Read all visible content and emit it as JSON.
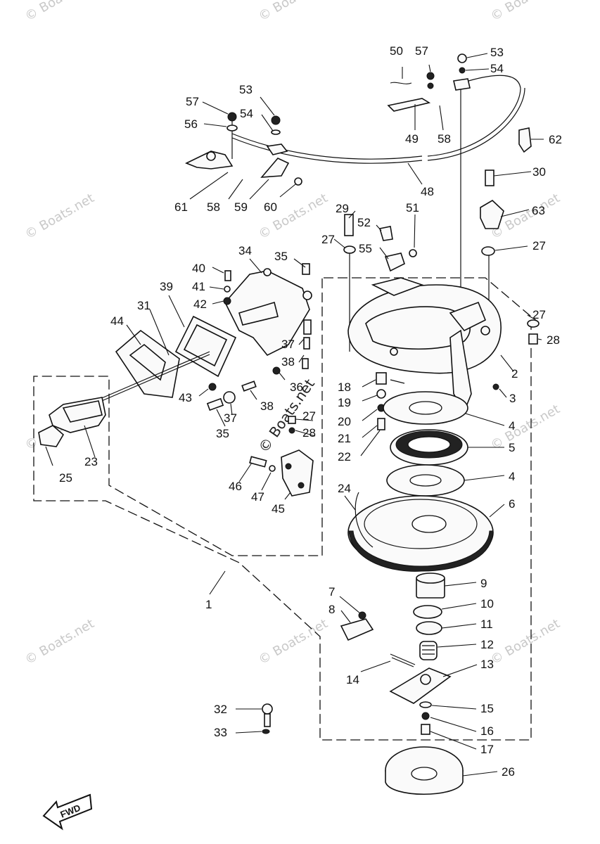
{
  "watermark": "© Boats.net",
  "direction_label": "FWD",
  "callouts": [
    "1",
    "2",
    "3",
    "4",
    "4",
    "5",
    "6",
    "7",
    "8",
    "9",
    "10",
    "11",
    "12",
    "13",
    "14",
    "15",
    "16",
    "17",
    "18",
    "19",
    "20",
    "21",
    "22",
    "23",
    "24",
    "25",
    "26",
    "27",
    "27",
    "27",
    "27",
    "28",
    "28",
    "29",
    "30",
    "31",
    "32",
    "33",
    "34",
    "35",
    "35",
    "36",
    "37",
    "37",
    "38",
    "38",
    "39",
    "40",
    "41",
    "42",
    "43",
    "44",
    "45",
    "46",
    "47",
    "48",
    "49",
    "50",
    "51",
    "52",
    "53",
    "53",
    "54",
    "54",
    "55",
    "56",
    "57",
    "57",
    "58",
    "58",
    "59",
    "60",
    "61",
    "62",
    "63"
  ]
}
